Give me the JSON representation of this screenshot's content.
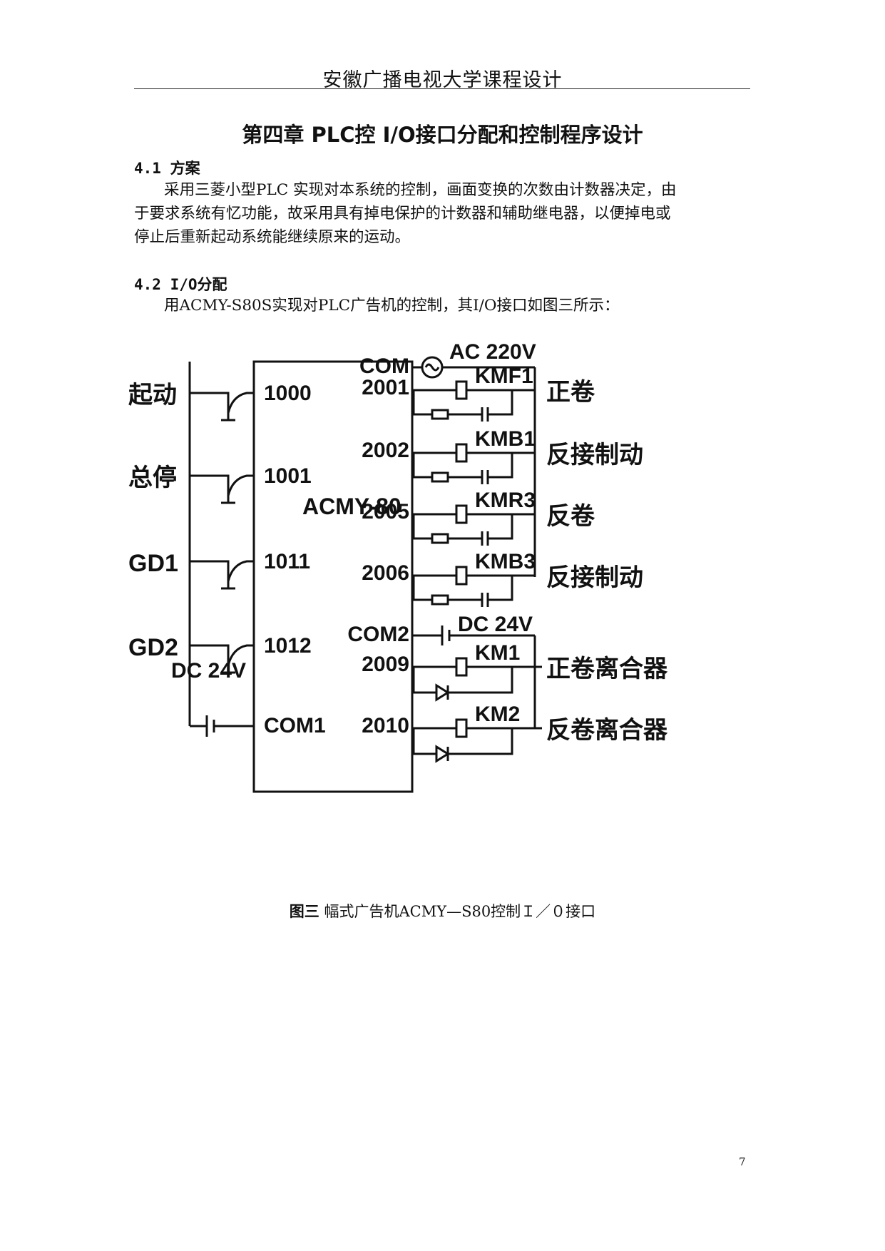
{
  "header": {
    "text": "安徽广播电视大学课程设计"
  },
  "chapter_title": "第四章 PLC控 I/O接口分配和控制程序设计",
  "sections": [
    {
      "heading": "4.1 方案",
      "lines": [
        "采用三菱小型PLC 实现对本系统的控制，画面变换的次数由计数器决定，由",
        "于要求系统有忆功能，故采用具有掉电保护的计数器和辅助继电器，以便掉电或",
        "停止后重新起动系统能继续原来的运动。"
      ]
    },
    {
      "heading": "4.2 I/O分配",
      "lines": [
        "用ACMY-S80S实现对PLC广告机的控制，其I/O接口如图三所示："
      ]
    }
  ],
  "figure": {
    "plc_label": "ACMY-80",
    "input_labels": [
      "起动",
      "总停",
      "GD1",
      "GD2"
    ],
    "input_terminals": [
      "1000",
      "1001",
      "1011",
      "1012",
      "COM1"
    ],
    "input_supply": "DC 24V",
    "output_terminals": [
      "COM",
      "2001",
      "2002",
      "2005",
      "2006",
      "COM2",
      "2009",
      "2010"
    ],
    "ac_supply": "AC 220V",
    "dc_supply": "DC 24V",
    "coils": [
      "KMF1",
      "KMB1",
      "KMR3",
      "KMB3",
      "KM1",
      "KM2"
    ],
    "output_functions": [
      "正卷",
      "反接制动",
      "反卷",
      "反接制动",
      "正卷离合器",
      "反卷离合器"
    ]
  },
  "caption": {
    "prefix": "图三",
    "text": " 幅式广告机ACMY—S80控制Ｉ／０接口"
  },
  "page_number": "7"
}
